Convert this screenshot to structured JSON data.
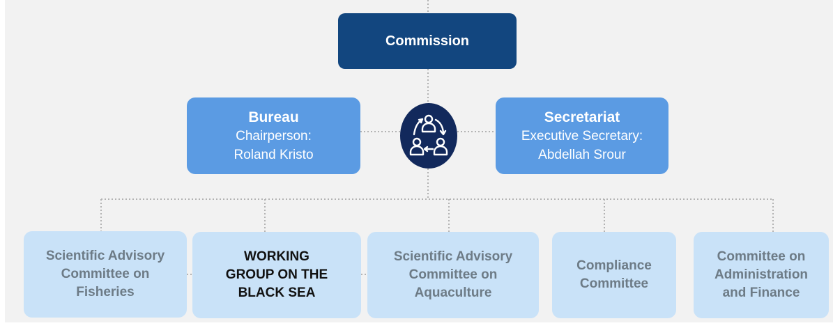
{
  "commission": {
    "title": "Commission"
  },
  "bureau": {
    "title": "Bureau",
    "role": "Chairperson:",
    "name": "Roland Kristo"
  },
  "secretariat": {
    "title": "Secretariat",
    "role": "Executive Secretary:",
    "name": "Abdellah Srour"
  },
  "hub": {
    "icon": "people-cycle-icon"
  },
  "committees": [
    {
      "lines": [
        "Scientific Advisory",
        "Committee on",
        "Fisheries"
      ]
    },
    {
      "lines": [
        "WORKING",
        "GROUP ON THE",
        "BLACK SEA"
      ]
    },
    {
      "lines": [
        "Scientific Advisory",
        "Committee on",
        "Aquaculture"
      ]
    },
    {
      "lines": [
        "Compliance",
        "Committee"
      ]
    },
    {
      "lines": [
        "Committee on",
        "Administration",
        "and Finance"
      ]
    }
  ],
  "colors": {
    "commission": "#12467f",
    "mid_boxes": "#5b9be3",
    "bottom_boxes": "#c9e2f8",
    "hub": "#12295c",
    "background": "#f2f2f2"
  }
}
